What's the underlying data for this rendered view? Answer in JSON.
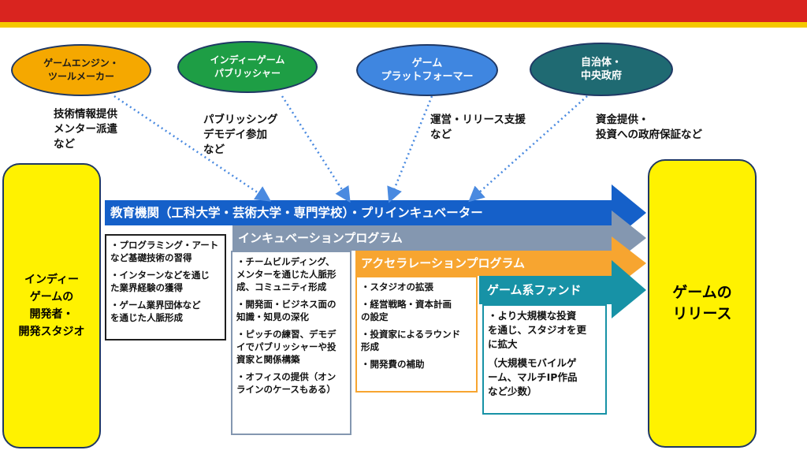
{
  "stakeholders": [
    {
      "label": "ゲームエンジン・\nツールメーカー",
      "color": "#f5a800",
      "note": "技術情報提供\nメンター派遣\nなど"
    },
    {
      "label": "インディーゲーム\nパブリッシャー",
      "color": "#1e9e45",
      "note": "パブリッシング\nデモデイ参加\nなど"
    },
    {
      "label": "ゲーム\nプラットフォーマー",
      "color": "#3f86e0",
      "note": "運営・リリース支援\nなど"
    },
    {
      "label": "自治体・\n中央政府",
      "color": "#1f6a72",
      "note": "資金提供・\n投資への政府保証など"
    }
  ],
  "left_box": "インディー\nゲームの\n開発者・\n開発スタジオ",
  "right_box": "ゲームの\nリリース",
  "bands": [
    {
      "label": "教育機関（工科大学・芸術大学・専門学校）・プリインキュベーター",
      "color": "#1560c9",
      "items": [
        "・プログラミング・アート\nなど基礎技術の習得",
        "・インターンなどを通じ\nた業界経験の獲得",
        "・ゲーム業界団体など\nを通じた人脈形成"
      ]
    },
    {
      "label": "インキュベーションプログラム",
      "color": "#8497b0",
      "items": [
        "・チームビルディング、\nメンターを通じた人脈形\n成、コミュニティ形成",
        "・開発面・ビジネス面の\n知識・知見の深化",
        "・ピッチの練習、デモデ\nイでパブリッシャーや投\n資家と関係構築",
        "・オフィスの提供（オン\nラインのケースもある）"
      ]
    },
    {
      "label": "アクセラレーションプログラム",
      "color": "#f7a530",
      "items": [
        "・スタジオの拡張",
        "・経営戦略・資本計画\nの設定",
        "・投資家によるラウンド\n形成",
        "・開発費の補助"
      ]
    },
    {
      "label": "ゲーム系ファンド",
      "color": "#1792a6",
      "items": [
        "・より大規模な投資\nを通じ、スタジオを更\nに拡大",
        "（大規模モバイルゲ\nーム、マルチIP作品\nなど少数）"
      ]
    }
  ]
}
